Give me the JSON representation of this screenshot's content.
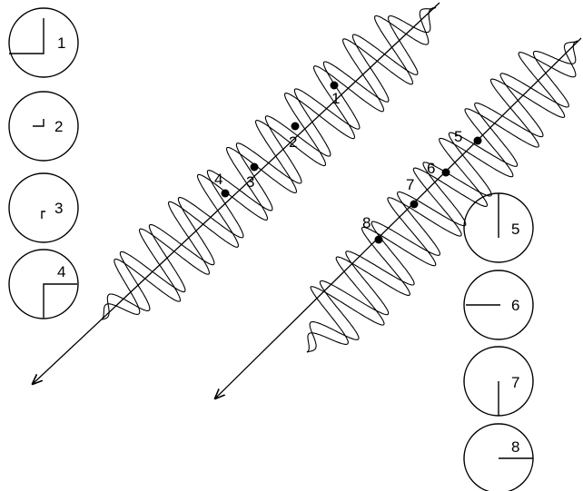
{
  "diagram": {
    "stroke_color": "#000000",
    "background": "#ffffff",
    "point_labels": {
      "p1": "1",
      "p2": "2",
      "p3": "3",
      "p4": "4",
      "p5": "5",
      "p6": "6",
      "p7": "7",
      "p8": "8"
    },
    "dial_labels": {
      "d1": "1",
      "d2": "2",
      "d3": "3",
      "d4": "4",
      "d5": "5",
      "d6": "6",
      "d7": "7",
      "d8": "8"
    }
  }
}
